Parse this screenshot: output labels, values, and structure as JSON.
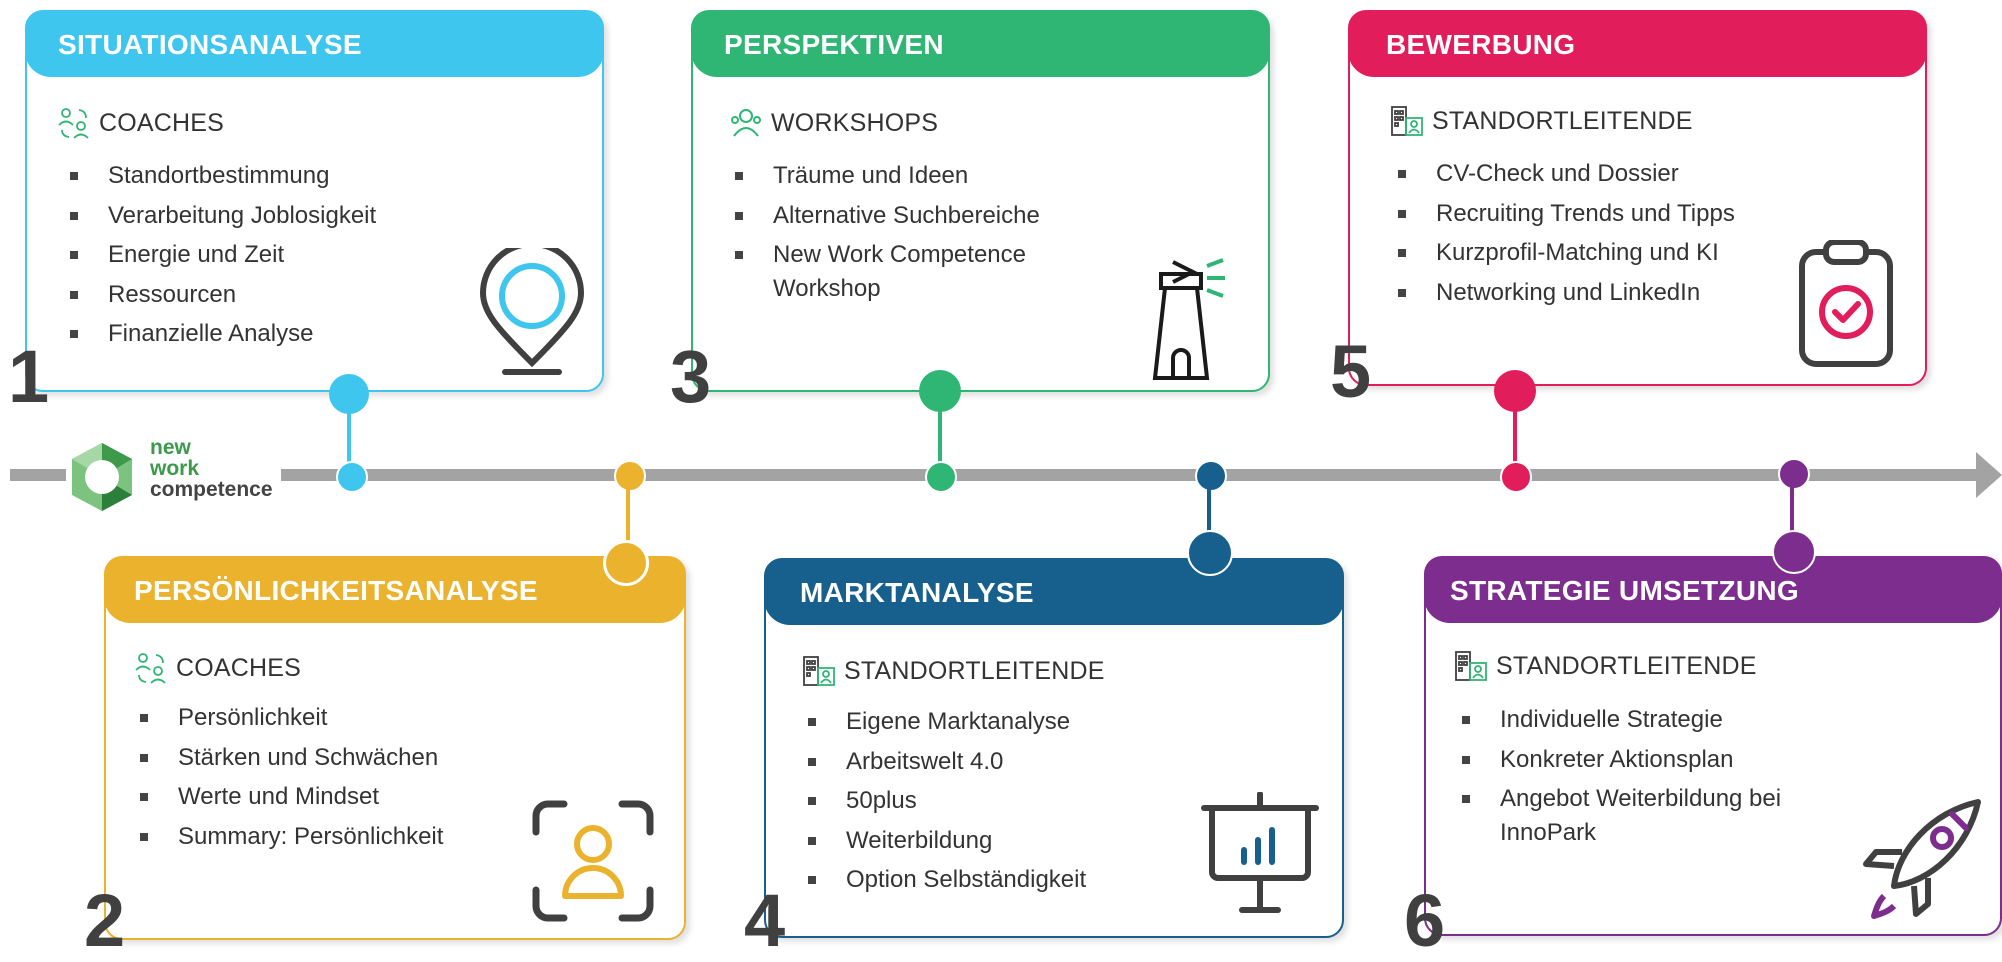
{
  "steps": [
    {
      "number": "1",
      "title": "SITUATIONSANALYSE",
      "role": "COACHES",
      "color": "#3ec6ee",
      "items": [
        "Standortbestimmung",
        "Verarbeitung Joblosigkeit",
        "Energie und Zeit",
        "Ressourcen",
        "Finanzielle Analyse"
      ],
      "icon": "location-pin-icon"
    },
    {
      "number": "2",
      "title": "PERSÖNLICHKEITSANALYSE",
      "role": "COACHES",
      "color": "#ebb22e",
      "items": [
        "Persönlichkeit",
        "Stärken und Schwächen",
        "Werte und Mindset",
        "Summary: Persönlichkeit"
      ],
      "icon": "face-scan-icon"
    },
    {
      "number": "3",
      "title": "PERSPEKTIVEN",
      "role": "WORKSHOPS",
      "color": "#2fb574",
      "items": [
        "Träume und Ideen",
        "Alternative Suchbereiche",
        "New Work Competence Workshop"
      ],
      "icon": "lighthouse-icon"
    },
    {
      "number": "4",
      "title": "MARKTANALYSE",
      "role": "STANDORTLEITENDE",
      "color": "#175f8c",
      "items": [
        "Eigene Marktanalyse",
        "Arbeitswelt 4.0",
        "50plus",
        "Weiterbildung",
        "Option Selbständigkeit"
      ],
      "icon": "presentation-chart-icon"
    },
    {
      "number": "5",
      "title": "BEWERBUNG",
      "role": "STANDORTLEITENDE",
      "color": "#e11d5c",
      "items": [
        "CV-Check und Dossier",
        "Recruiting Trends und Tipps",
        "Kurzprofil-Matching und KI",
        "Networking und LinkedIn"
      ],
      "icon": "clipboard-check-icon"
    },
    {
      "number": "6",
      "title": "STRATEGIE UMSETZUNG",
      "role": "STANDORTLEITENDE",
      "color": "#7c2d8e",
      "items": [
        "Individuelle Strategie",
        "Konkreter Aktionsplan",
        "Angebot Weiterbildung bei InnoPark"
      ],
      "icon": "rocket-icon"
    }
  ],
  "logo": {
    "line1": "new",
    "line2": "work",
    "line3": "competence",
    "brand_green": "#3d9a4a"
  },
  "timeline_color": "#a3a3a3"
}
